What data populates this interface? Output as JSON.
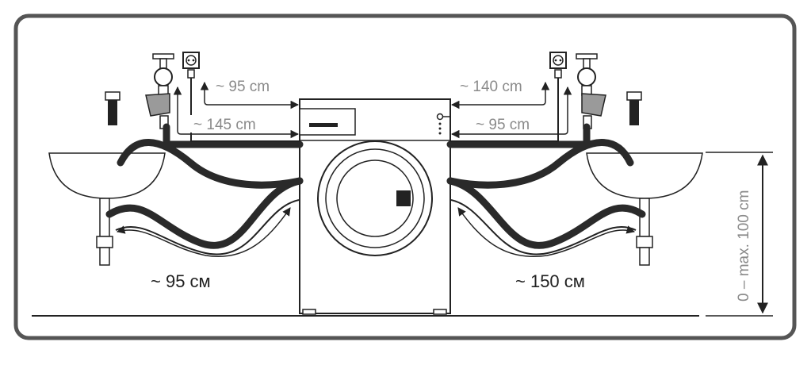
{
  "labels": {
    "inlet_left_top": "~ 95 cm",
    "inlet_left_bottom": "~ 145 cm",
    "inlet_right_top": "~ 140 cm",
    "inlet_right_bottom": "~ 95 cm",
    "drain_left": "~ 95 см",
    "drain_right": "~ 150 см",
    "height_range": "0 – max. 100 cm"
  },
  "colors": {
    "frame": "#555555",
    "dimension_text": "#8a8a8a",
    "hose": "#2a2a2a",
    "outline": "#222222"
  }
}
